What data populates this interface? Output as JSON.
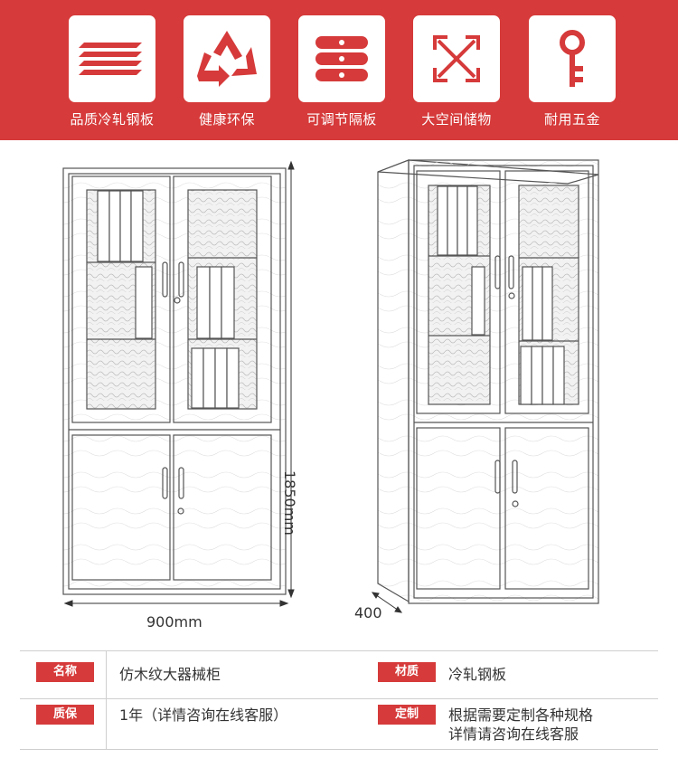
{
  "features": [
    {
      "icon": "steel-sheets-icon",
      "label": "品质冷轧钢板"
    },
    {
      "icon": "recycle-icon",
      "label": "健康环保"
    },
    {
      "icon": "adjustable-shelf-icon",
      "label": "可调节隔板"
    },
    {
      "icon": "expand-arrows-icon",
      "label": "大空间储物"
    },
    {
      "icon": "key-icon",
      "label": "耐用五金"
    }
  ],
  "dimensions": {
    "width": "900mm",
    "height": "1850mm",
    "depth": "400"
  },
  "specs": {
    "name_label": "名称",
    "name_value": "仿木纹大器械柜",
    "material_label": "材质",
    "material_value": "冷轧钢板",
    "warranty_label": "质保",
    "warranty_value": "1年（详情咨询在线客服）",
    "custom_label": "定制",
    "custom_value_1": "根据需要定制各种规格",
    "custom_value_2": "详情请咨询在线客服"
  },
  "colors": {
    "brand_red": "#d63a3a"
  }
}
